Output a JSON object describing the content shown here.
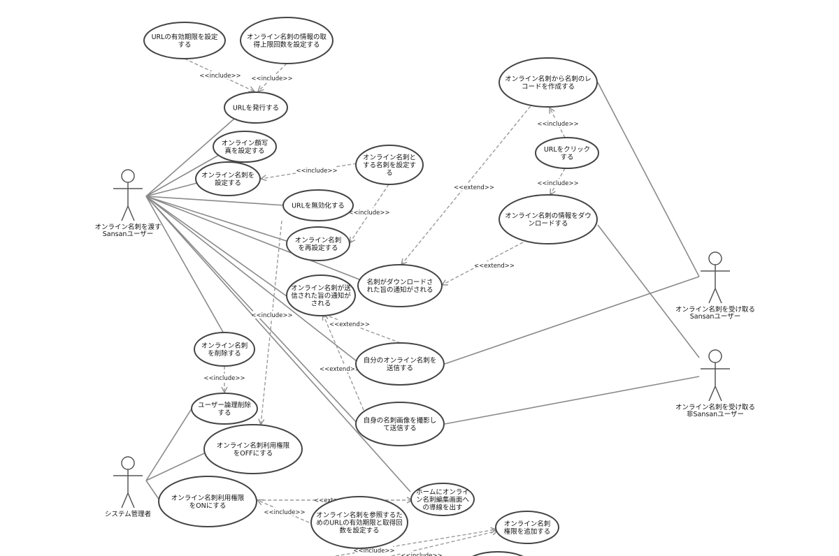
{
  "diagram": {
    "actors": [
      {
        "id": "sansan_sender",
        "lines": [
          "オンライン名刺を渡す",
          "Sansanユーザー"
        ]
      },
      {
        "id": "admin",
        "lines": [
          "システム管理者"
        ]
      },
      {
        "id": "sansan_receiver",
        "lines": [
          "オンライン名刺を受け取る",
          "Sansanユーザー"
        ]
      },
      {
        "id": "non_sansan_receiver",
        "lines": [
          "オンライン名刺を受け取る",
          "非Sansanユーザー"
        ]
      }
    ],
    "use_cases": [
      {
        "id": "set_url_expiry",
        "lines": [
          "URLの有効期限を設定",
          "する"
        ]
      },
      {
        "id": "set_fetch_limit",
        "lines": [
          "オンライン名刺の情報の取",
          "得上限回数を設定する"
        ]
      },
      {
        "id": "issue_url",
        "lines": [
          "URLを発行する"
        ]
      },
      {
        "id": "set_photo",
        "lines": [
          "オンライン顔写",
          "真を設定する"
        ]
      },
      {
        "id": "set_card",
        "lines": [
          "オンライン名刺を",
          "設定する"
        ]
      },
      {
        "id": "set_card_as",
        "lines": [
          "オンライン名刺と",
          "する名刺を設定す",
          "る"
        ]
      },
      {
        "id": "invalidate_url",
        "lines": [
          "URLを無効化する"
        ]
      },
      {
        "id": "reset_card",
        "lines": [
          "オンライン名刺",
          "を再設定する"
        ]
      },
      {
        "id": "notify_download",
        "lines": [
          "名刺がダウンロードさ",
          "れた旨の通知がされる"
        ]
      },
      {
        "id": "notify_sent",
        "lines": [
          "オンライン名刺が送",
          "信された旨の通知が",
          "される"
        ]
      },
      {
        "id": "send_own_card",
        "lines": [
          "自分のオンライン名刺を",
          "送信する"
        ]
      },
      {
        "id": "send_photo_card",
        "lines": [
          "自身の名刺画像を撮影し",
          "て送信する"
        ]
      },
      {
        "id": "delete_card",
        "lines": [
          "オンライン名刺",
          "を削除する"
        ]
      },
      {
        "id": "logical_delete",
        "lines": [
          "ユーザー論理削除",
          "する"
        ]
      },
      {
        "id": "perm_off",
        "lines": [
          "オンライン名刺利用権限",
          "をOFFにする"
        ]
      },
      {
        "id": "perm_on",
        "lines": [
          "オンライン名刺利用権限",
          "をONにする"
        ]
      },
      {
        "id": "home_guide",
        "lines": [
          "ホームにオンライ",
          "ン名刺編集画面へ",
          "の導線を出す"
        ]
      },
      {
        "id": "set_ref_url",
        "lines": [
          "オンライン名刺を参照するた",
          "めのURLの有効期限と取得回",
          "数を設定する"
        ]
      },
      {
        "id": "add_perm",
        "lines": [
          "オンライン名刺",
          "権限を追加する"
        ]
      },
      {
        "id": "create_record",
        "lines": [
          "オンライン名刺から名刺のレ",
          "コードを作成する"
        ]
      },
      {
        "id": "click_url",
        "lines": [
          "URLをクリック",
          "する"
        ]
      },
      {
        "id": "download_info",
        "lines": [
          "オンライン名刺の情報をダウ",
          "ンロードする"
        ]
      },
      {
        "id": "partial_bottom",
        "lines": []
      }
    ],
    "dependencies": [
      {
        "id": "dep1",
        "label": "<<include>>"
      },
      {
        "id": "dep2",
        "label": "<<include>>"
      },
      {
        "id": "dep3",
        "label": "<<include>>"
      },
      {
        "id": "dep4",
        "label": "<<include>>"
      },
      {
        "id": "dep5",
        "label": "<<include>>"
      },
      {
        "id": "dep6",
        "label": "<<include>>"
      },
      {
        "id": "dep7",
        "label": "<<extend>>"
      },
      {
        "id": "dep8",
        "label": "<<extend>>"
      },
      {
        "id": "dep9",
        "label": "<<include>>"
      },
      {
        "id": "dep10",
        "label": "<<include>>"
      },
      {
        "id": "dep11",
        "label": "<<extend>>"
      },
      {
        "id": "dep12",
        "label": "<<extend>>"
      },
      {
        "id": "dep13",
        "label": "<<extend>>"
      },
      {
        "id": "dep14",
        "label": "<<include>>"
      },
      {
        "id": "dep15",
        "label": "<<include>>"
      },
      {
        "id": "dep16",
        "label": "<<include>>"
      }
    ]
  }
}
